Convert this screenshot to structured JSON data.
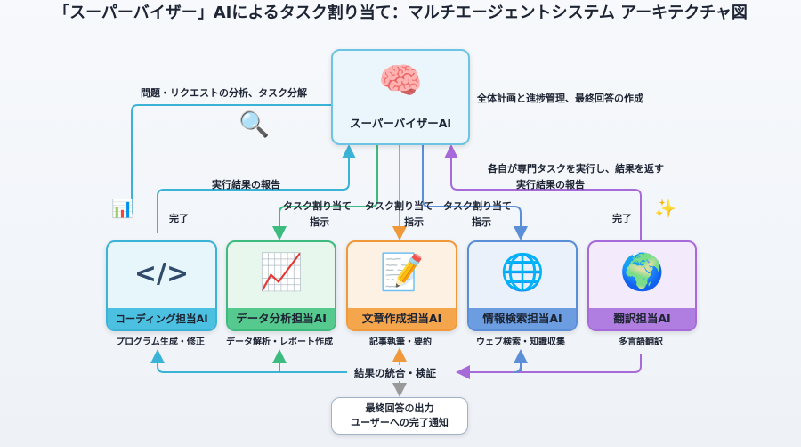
{
  "title": "「スーパーバイザー」AIによるタスク割り当て：マルチエージェントシステム アーキテクチャ図",
  "supervisor": {
    "label": "スーパーバイザーAI",
    "icon": "brain-gear-icon"
  },
  "annotations": {
    "analyze": "問題・リクエストの分析、タスク分解",
    "plan": "全体計画と進捗管理、最終回答の作成",
    "each": "各自が専門タスクを実行し、結果を返す",
    "report_left": "実行結果の報告",
    "report_right": "実行結果の報告",
    "assign1": "タスク割り当て",
    "assign2": "タスク割り当て",
    "assign3": "タスク割り当て",
    "instr1": "指示",
    "instr2": "指示",
    "instr3": "指示",
    "done_left": "完了",
    "done_right": "完了",
    "integrate": "結果の統合・検証"
  },
  "agents": [
    {
      "label": "コーディング担当AI",
      "sub": "プログラム生成・修正",
      "color": "#3bb3d6"
    },
    {
      "label": "データ分析担当AI",
      "sub": "データ解析・レポート作成",
      "color": "#3dbb7e"
    },
    {
      "label": "文章作成担当AI",
      "sub": "記事執筆・要約",
      "color": "#f0993a"
    },
    {
      "label": "情報検索担当AI",
      "sub": "ウェブ検索・知識収集",
      "color": "#5a8fd8"
    },
    {
      "label": "翻訳担当AI",
      "sub": "多言語翻訳",
      "color": "#a66bd8"
    }
  ],
  "final": {
    "line1": "最終回答の出力",
    "line2": "ユーザーへの完了通知"
  }
}
